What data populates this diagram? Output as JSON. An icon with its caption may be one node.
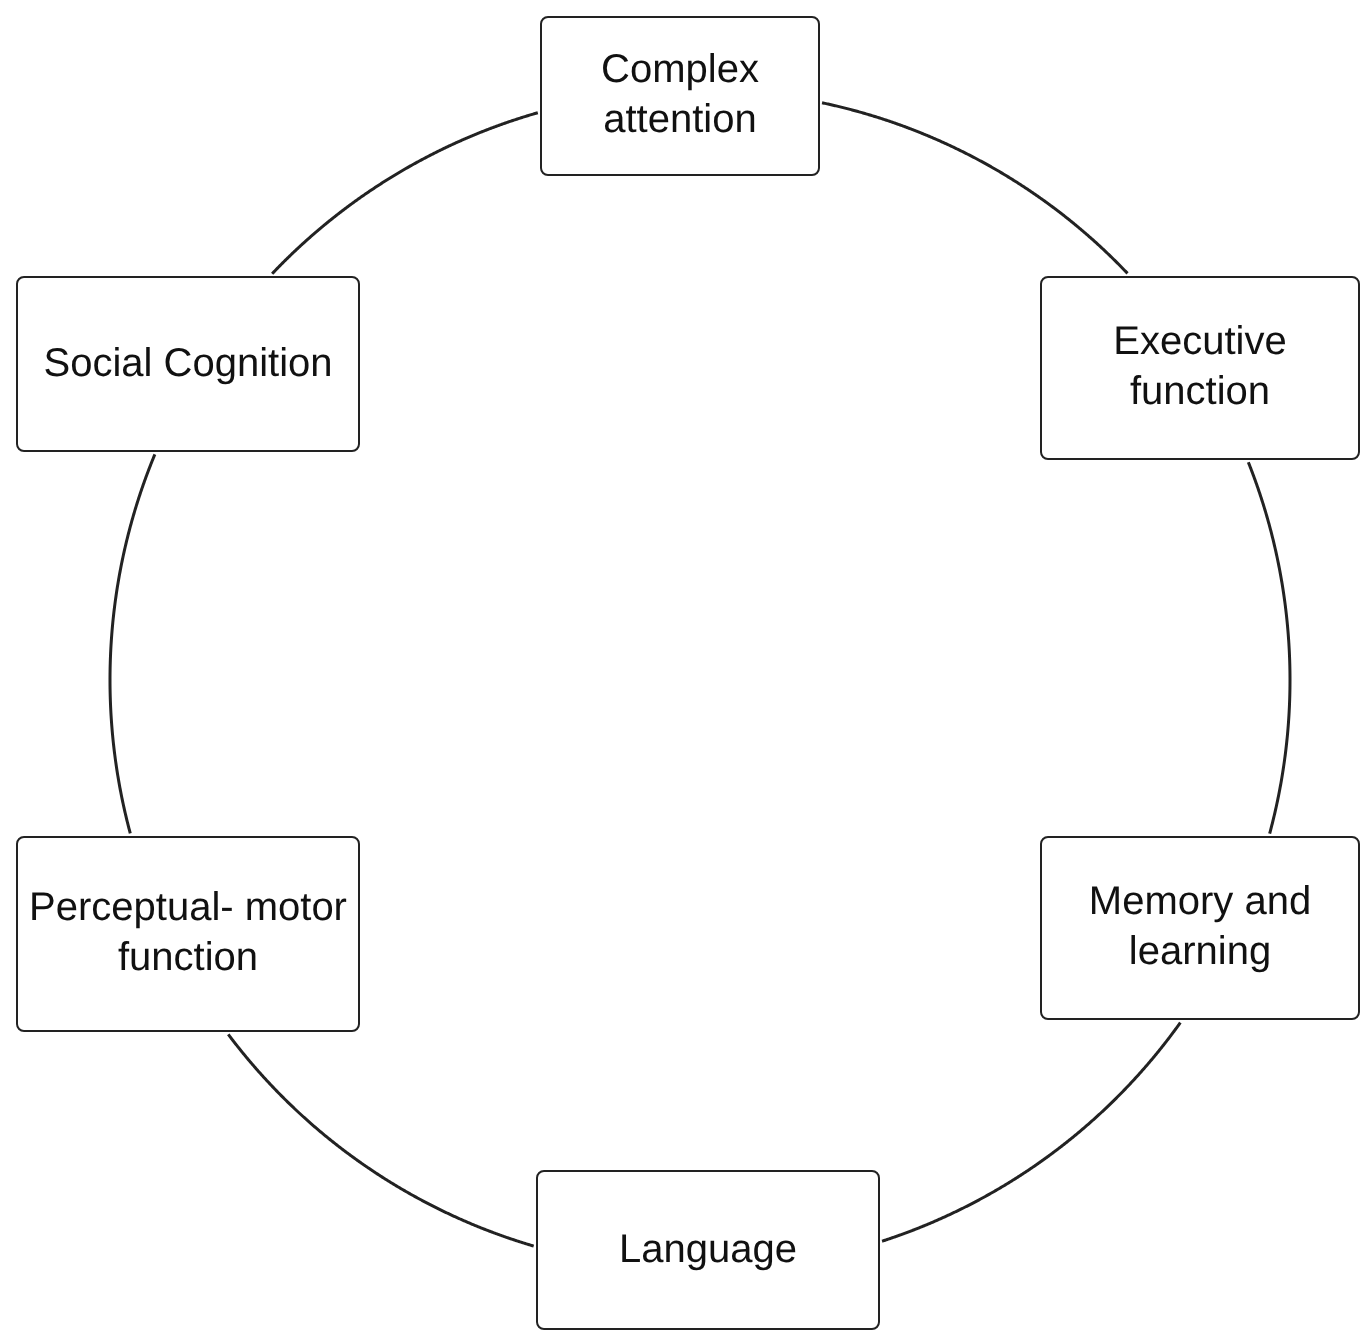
{
  "diagram": {
    "nodes": [
      {
        "text": [
          "Complex attention"
        ]
      },
      {
        "text": [
          "Social Cognition"
        ]
      },
      {
        "text": [
          "Executive function"
        ]
      },
      {
        "text": [
          "Perceptual- motor function"
        ]
      },
      {
        "text": [
          "Memory and learning"
        ]
      },
      {
        "text": [
          "Language"
        ]
      }
    ],
    "edges": [
      {
        "from": 0,
        "to": 2,
        "arrow": "none"
      },
      {
        "from": 2,
        "to": 4,
        "arrow": "none"
      },
      {
        "from": 4,
        "to": 5,
        "arrow": "none"
      },
      {
        "from": 5,
        "to": 3,
        "arrow": "none"
      },
      {
        "from": 3,
        "to": 1,
        "arrow": "none"
      },
      {
        "from": 1,
        "to": 0,
        "arrow": "none"
      }
    ]
  }
}
